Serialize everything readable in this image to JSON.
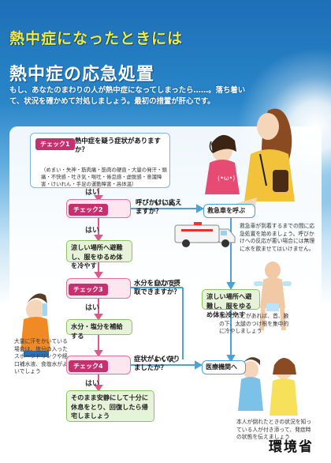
{
  "banner": "熱中症になったときには",
  "title": "熱中症の応急処置",
  "intro": "もし、あなたのまわりの人が熱中症になってしまったら……。落ち着いて、状況を確かめて対処しましょう。最初の措置が肝心です。",
  "step1": {
    "tag": "チェック1",
    "question": "熱中症を疑う症状がありますか？",
    "symptoms": "（めまい・失神・筋肉痛・筋肉の硬直・大量の発汗・頭痛・不快感・吐き気・嘔吐・倦怠感・虚脱感・意識障害・けいれん・手足の運動障害・高体温）"
  },
  "yes_label": "はい",
  "no_label": "いいえ",
  "step2": {
    "tag": "チェック2",
    "question": "呼びかけに応えますか？"
  },
  "ambulance": "救急車を呼ぶ",
  "ambulance_note": "救急車が到着するまでの間に応急処置を始めましょう。呼びかけへの反応が悪い場合には無理に水を飲ませてはいけません。",
  "cool_down_1": "涼しい場所へ避難し、服をゆるめ体を冷やす",
  "step3": {
    "tag": "チェック3",
    "question": "水分を自力で摂取できますか？"
  },
  "hydrate_note": "大量に汗をかいている場合は、塩分の入ったスポーツドリンクや経口補水液、食塩水がよいでしょう",
  "hydrate": "水分・塩分を補給する",
  "cool_down_2": "涼しい場所へ避難し、服をゆるめ体を冷やす",
  "cooling_note": "氷のうなどがあれば、首、腋の下、太腿のつけ根を集中的に冷やしましょう",
  "step4": {
    "tag": "チェック4",
    "question": "症状がよくなりましたか？"
  },
  "hospital": "医療機関へ",
  "hospital_note": "本人が倒れたときの状況を知っている人が付き添って、発症時の状態を伝えましょう",
  "rest": "そのまま安静にして十分に休息をとり、回復したら帰宅しましょう",
  "ministry": "環境省",
  "colors": {
    "flow_box": "#4aa2d9",
    "check_tag": "#c82f6e",
    "action_fill": "#e7f3d8",
    "yes_arrow": "#d85a8c",
    "no_arrow": "#4aa2d9"
  }
}
